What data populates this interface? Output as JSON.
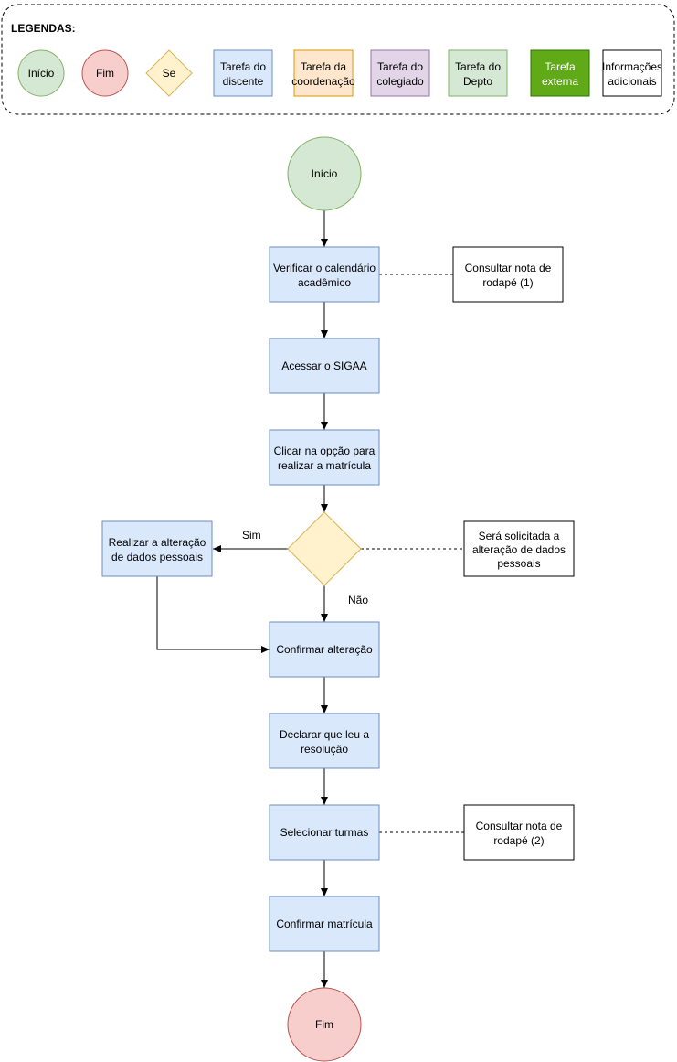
{
  "legend": {
    "title": "LEGENDAS:",
    "items": {
      "start": "Início",
      "end": "Fim",
      "decision": "Se",
      "student": [
        "Tarefa do",
        "discente"
      ],
      "coordination": [
        "Tarefa da",
        "coordenação"
      ],
      "board": [
        "Tarefa do",
        "colegiado"
      ],
      "department": [
        "Tarefa do",
        "Depto"
      ],
      "external": [
        "Tarefa",
        "externa"
      ],
      "info": [
        "Informações",
        "adicionais"
      ]
    }
  },
  "flow": {
    "start": "Início",
    "step1": [
      "Verificar o calendário",
      "acadêmico"
    ],
    "note1": [
      "Consultar nota de",
      "rodapé (1)"
    ],
    "step2": "Acessar o SIGAA",
    "step3": [
      "Clicar na opção para",
      "realizar a matrícula"
    ],
    "alt": [
      "Realizar a alteração",
      "de dados pessoais"
    ],
    "yes": "Sim",
    "no": "Não",
    "note2": [
      "Será solicitada a",
      "alteração de dados",
      "pessoais"
    ],
    "step4": "Confirmar alteração",
    "step5": [
      "Declarar que leu a",
      "resolução"
    ],
    "step6": "Selecionar turmas",
    "note3": [
      "Consultar nota de",
      "rodapé (2)"
    ],
    "step7": "Confirmar matrícula",
    "end": "Fim"
  },
  "colors": {
    "start_fill": "#d5e8d4",
    "start_stroke": "#82b366",
    "end_fill": "#f8cecc",
    "end_stroke": "#b85450",
    "decision_fill": "#fff2cc",
    "decision_stroke": "#d6b656",
    "student_fill": "#dae8fc",
    "student_stroke": "#6c8ebf",
    "coord_fill": "#ffe6cc",
    "coord_stroke": "#d79b00",
    "board_fill": "#e1d5e7",
    "board_stroke": "#9673a6",
    "dept_fill": "#d5e8d4",
    "dept_stroke": "#82b366",
    "external_fill": "#60a917",
    "external_stroke": "#2d7600"
  }
}
